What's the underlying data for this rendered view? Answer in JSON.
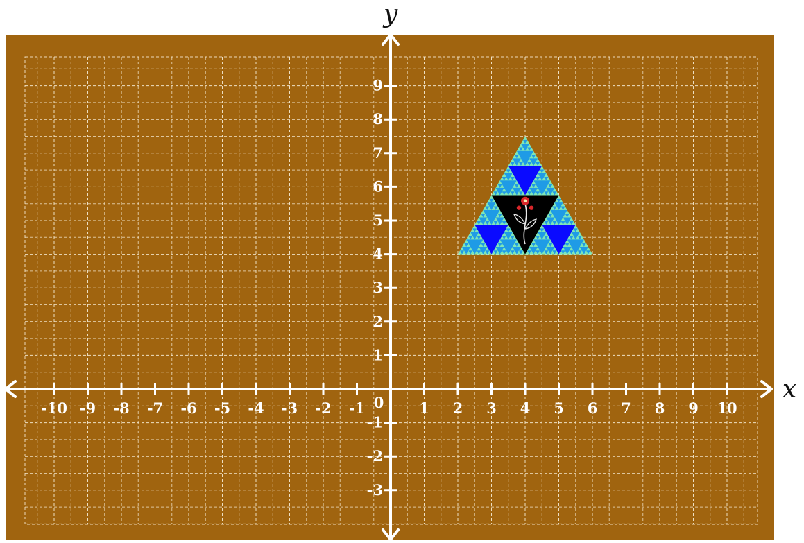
{
  "axes": {
    "x_name": "x",
    "y_name": "y",
    "x_range": [
      -11,
      11
    ],
    "y_range": [
      -4,
      10
    ],
    "x_tick_labels": [
      "-10",
      "-9",
      "-8",
      "-7",
      "-6",
      "-5",
      "-4",
      "-3",
      "-2",
      "-1",
      "1",
      "2",
      "3",
      "4",
      "5",
      "6",
      "7",
      "8",
      "9",
      "10"
    ],
    "y_tick_labels": [
      "9",
      "8",
      "7",
      "6",
      "5",
      "4",
      "3",
      "2",
      "1",
      "-1",
      "-2",
      "-3"
    ],
    "origin_label": "0",
    "grid": "dashed",
    "arrows": "both-ends"
  },
  "shape": {
    "type": "sierpinski-triangle",
    "vertices": [
      [
        2,
        4
      ],
      [
        6,
        4
      ],
      [
        4,
        7.5
      ]
    ],
    "center_motif": "flower-icon"
  },
  "colors": {
    "board": "#a0640f",
    "axis": "#ffffff",
    "grid": "#f3e6cc",
    "fractal_outer": "#1f9be6",
    "fractal_fine": "#7ee6b8",
    "fractal_mid_hole": "#0a0aff",
    "fractal_center": "#000000"
  }
}
